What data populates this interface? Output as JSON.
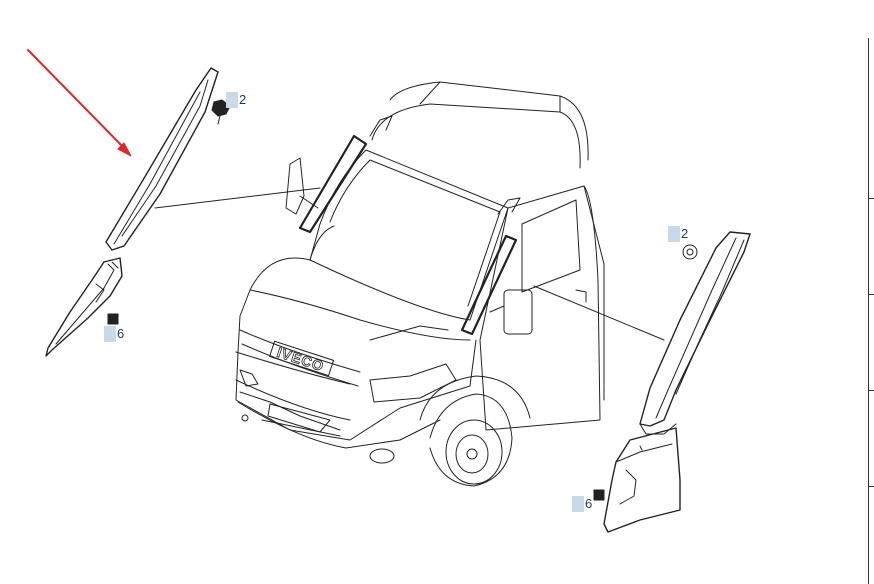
{
  "callouts": {
    "top_left_2": "2",
    "left_6": "6",
    "right_2": "2",
    "bottom_6": "6"
  },
  "vehicle_badge": "IVECO",
  "colors": {
    "line": "#222222",
    "arrow": "#e0262b",
    "callout_bg": "#c9d9ea",
    "callout_text": "#1a3a6a"
  }
}
